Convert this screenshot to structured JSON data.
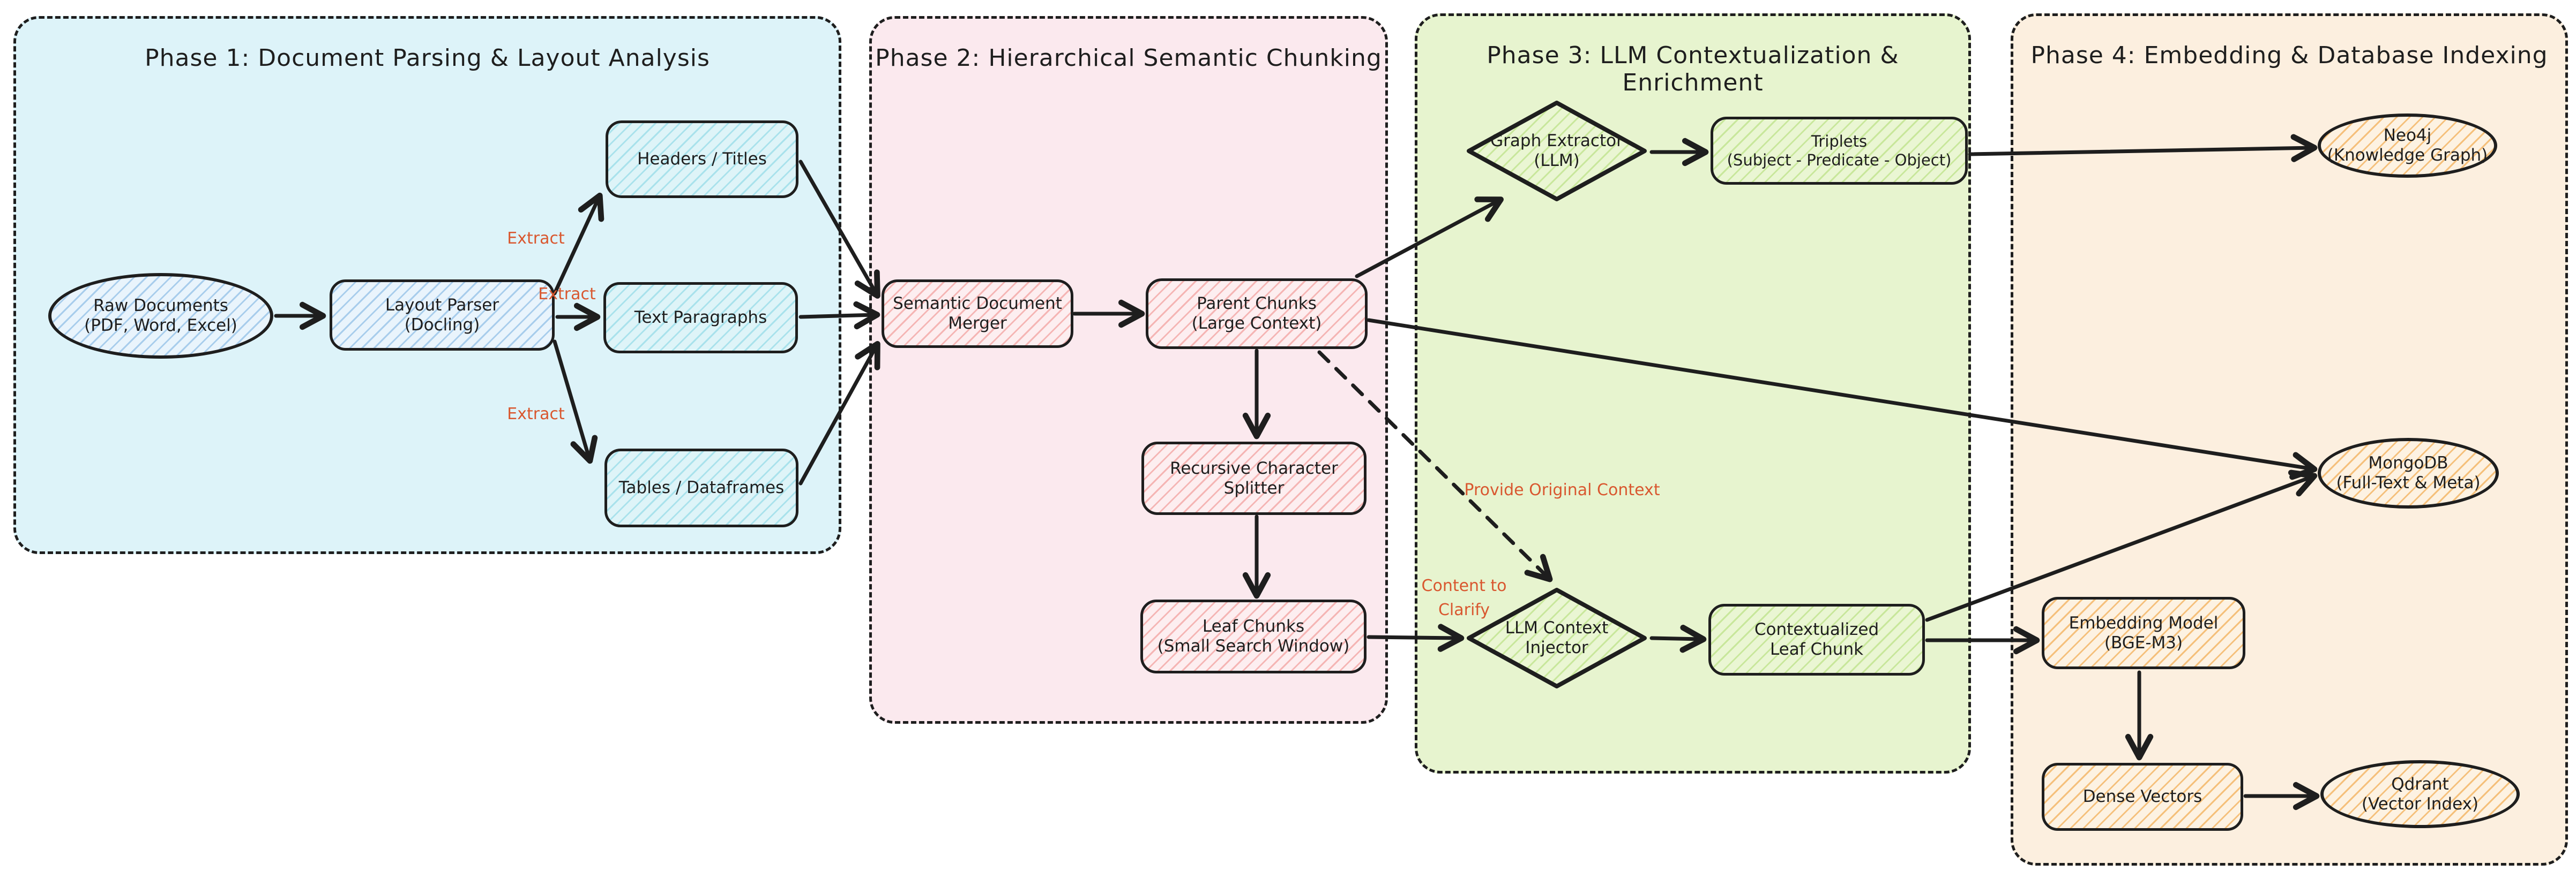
{
  "diagram_type": "flowchart",
  "phases": [
    {
      "id": "phase1",
      "title": "Phase 1: Document Parsing & Layout Analysis"
    },
    {
      "id": "phase2",
      "title": "Phase 2: Hierarchical Semantic Chunking"
    },
    {
      "id": "phase3",
      "title": "Phase 3: LLM Contextualization & Enrichment"
    },
    {
      "id": "phase4",
      "title": "Phase 4: Embedding & Database Indexing"
    }
  ],
  "nodes": {
    "raw_documents": {
      "shape": "ellipse",
      "line1": "Raw Documents",
      "line2": "(PDF, Word, Excel)"
    },
    "layout_parser": {
      "shape": "rect",
      "line1": "Layout Parser",
      "line2": "(Docling)"
    },
    "headers_titles": {
      "shape": "rect",
      "line1": "Headers / Titles"
    },
    "text_paragraphs": {
      "shape": "rect",
      "line1": "Text Paragraphs"
    },
    "tables_dataframes": {
      "shape": "rect",
      "line1": "Tables / Dataframes"
    },
    "semantic_document_merger": {
      "shape": "rect",
      "line1": "Semantic Document",
      "line2": "Merger"
    },
    "parent_chunks": {
      "shape": "rect",
      "line1": "Parent Chunks",
      "line2": "(Large Context)"
    },
    "recursive_character_splitter": {
      "shape": "rect",
      "line1": "Recursive Character",
      "line2": "Splitter"
    },
    "leaf_chunks": {
      "shape": "rect",
      "line1": "Leaf Chunks",
      "line2": "(Small Search Window)"
    },
    "graph_extractor": {
      "shape": "diamond",
      "line1": "Graph Extractor",
      "line2": "(LLM)"
    },
    "triplets": {
      "shape": "rect",
      "line1": "Triplets",
      "line2": "(Subject - Predicate - Object)"
    },
    "llm_context_injector": {
      "shape": "diamond",
      "line1": "LLM Context",
      "line2": "Injector"
    },
    "contextualized_leaf_chunk": {
      "shape": "rect",
      "line1": "Contextualized",
      "line2": "Leaf Chunk"
    },
    "neo4j": {
      "shape": "ellipse",
      "line1": "Neo4j",
      "line2": "(Knowledge Graph)"
    },
    "mongodb": {
      "shape": "ellipse",
      "line1": "MongoDB",
      "line2": "(Full-Text & Meta)"
    },
    "embedding_model": {
      "shape": "rect",
      "line1": "Embedding Model",
      "line2": "(BGE-M3)"
    },
    "dense_vectors": {
      "shape": "rect",
      "line1": "Dense Vectors"
    },
    "qdrant": {
      "shape": "ellipse",
      "line1": "Qdrant",
      "line2": "(Vector Index)"
    }
  },
  "labels": {
    "extract": "Extract",
    "provide_original_context": "Provide Original Context",
    "content_to_clarify_line1": "Content to",
    "content_to_clarify_line2": "Clarify"
  },
  "edges": [
    {
      "from": "raw_documents",
      "to": "layout_parser",
      "style": "solid"
    },
    {
      "from": "layout_parser",
      "to": "headers_titles",
      "style": "solid",
      "label": "Extract"
    },
    {
      "from": "layout_parser",
      "to": "text_paragraphs",
      "style": "solid",
      "label": "Extract"
    },
    {
      "from": "layout_parser",
      "to": "tables_dataframes",
      "style": "solid",
      "label": "Extract"
    },
    {
      "from": "headers_titles",
      "to": "semantic_document_merger",
      "style": "solid"
    },
    {
      "from": "text_paragraphs",
      "to": "semantic_document_merger",
      "style": "solid"
    },
    {
      "from": "tables_dataframes",
      "to": "semantic_document_merger",
      "style": "solid"
    },
    {
      "from": "semantic_document_merger",
      "to": "parent_chunks",
      "style": "solid"
    },
    {
      "from": "parent_chunks",
      "to": "recursive_character_splitter",
      "style": "solid"
    },
    {
      "from": "recursive_character_splitter",
      "to": "leaf_chunks",
      "style": "solid"
    },
    {
      "from": "parent_chunks",
      "to": "graph_extractor",
      "style": "solid"
    },
    {
      "from": "graph_extractor",
      "to": "triplets",
      "style": "solid"
    },
    {
      "from": "triplets",
      "to": "neo4j",
      "style": "solid"
    },
    {
      "from": "parent_chunks",
      "to": "mongodb",
      "style": "solid"
    },
    {
      "from": "parent_chunks",
      "to": "llm_context_injector",
      "style": "dashed",
      "label": "Provide Original Context"
    },
    {
      "from": "leaf_chunks",
      "to": "llm_context_injector",
      "style": "solid",
      "label": "Content to Clarify"
    },
    {
      "from": "llm_context_injector",
      "to": "contextualized_leaf_chunk",
      "style": "solid"
    },
    {
      "from": "contextualized_leaf_chunk",
      "to": "mongodb",
      "style": "solid"
    },
    {
      "from": "contextualized_leaf_chunk",
      "to": "embedding_model",
      "style": "solid"
    },
    {
      "from": "embedding_model",
      "to": "dense_vectors",
      "style": "solid"
    },
    {
      "from": "dense_vectors",
      "to": "qdrant",
      "style": "solid"
    }
  ],
  "colors": {
    "phase1_bg": "#ddf3f9",
    "phase2_bg": "#fbe9ee",
    "phase3_bg": "#e7f4cf",
    "phase4_bg": "#fcefdf",
    "node_blue_bg": "#e9f4fc",
    "node_blue_hatch": "#a8cdec",
    "node_cyan_bg": "#def4f8",
    "node_cyan_hatch": "#a9e2ec",
    "node_pink_bg": "#fdeef0",
    "node_pink_hatch": "#f5b5b4",
    "node_green_bg": "#eaf6d3",
    "node_green_hatch": "#c8e79b",
    "node_orange_bg": "#fdf2e2",
    "node_orange_hatch": "#f5c07b",
    "stroke": "#1e1e1e",
    "label_accent": "#d9572f"
  }
}
